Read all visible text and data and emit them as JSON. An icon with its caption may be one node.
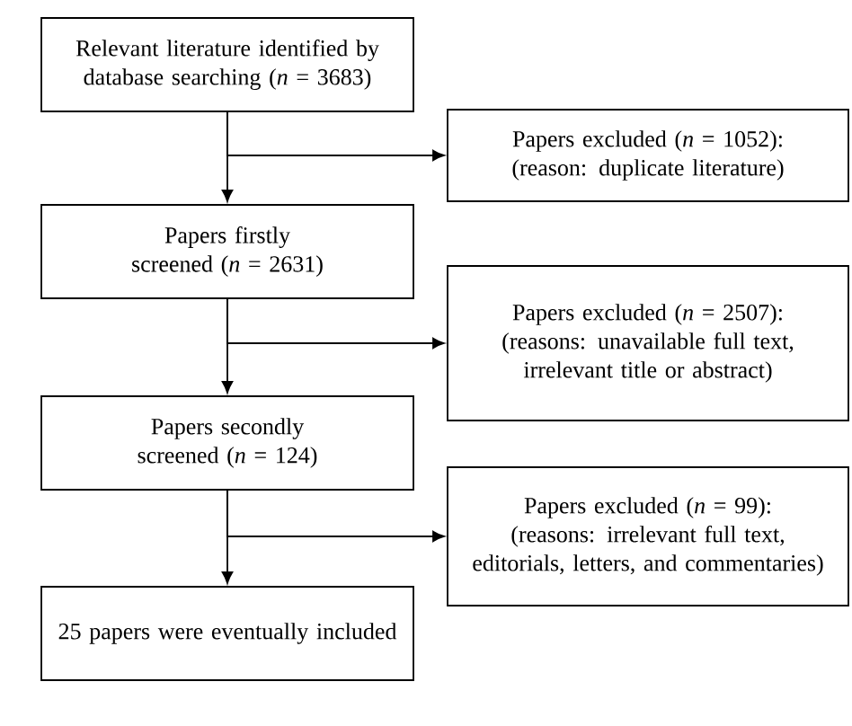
{
  "diagram": {
    "nodes": [
      {
        "text": [
          "Relevant literature identified by database searching (*n* = 3683)"
        ]
      },
      {
        "text": [
          "Papers excluded (*n* = 1052):",
          "(reason: duplicate literature)"
        ]
      },
      {
        "text": [
          "Papers firstly screened (*n* = 2631)"
        ]
      },
      {
        "text": [
          "Papers excluded (*n* = 2507):",
          "(reasons: unavailable full text, irrelevant title or abstract)"
        ]
      },
      {
        "text": [
          "Papers secondly screened (*n* = 124)"
        ]
      },
      {
        "text": [
          "Papers excluded (*n* = 99):",
          "(reasons: irrelevant full text, editorials, letters, and commentaries)"
        ]
      },
      {
        "text": [
          "25 papers were eventually included"
        ]
      }
    ],
    "edges": [
      {
        "from": 0,
        "to": 2,
        "arrow": "to"
      },
      {
        "from": 0,
        "to": 1,
        "arrow": "to"
      },
      {
        "from": 2,
        "to": 4,
        "arrow": "to"
      },
      {
        "from": 2,
        "to": 3,
        "arrow": "to"
      },
      {
        "from": 4,
        "to": 6,
        "arrow": "to"
      },
      {
        "from": 4,
        "to": 5,
        "arrow": "to"
      }
    ]
  }
}
